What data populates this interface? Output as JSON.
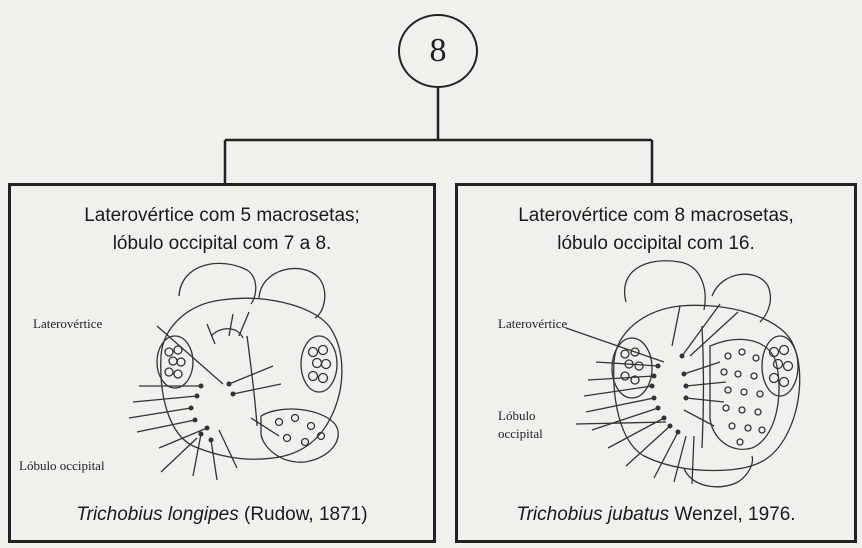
{
  "node": {
    "number": "8"
  },
  "left_panel": {
    "desc_line1": "Laterovértice com 5 macrosetas;",
    "desc_line2": "lóbulo occipital com 7 a 8.",
    "label_laterovertice": "Laterovértice",
    "label_lobulo": "Lóbulo occipital",
    "species": "Trichobius longipes",
    "author": " (Rudow, 1871)"
  },
  "right_panel": {
    "desc_line1": "Laterovértice com 8 macrosetas,",
    "desc_line2": "lóbulo occipital com 16.",
    "label_laterovertice": "Laterovértice",
    "label_lobulo_1": "Lóbulo",
    "label_lobulo_2": "occipital",
    "species": "Trichobius jubatus",
    "author": " Wenzel, 1976."
  }
}
